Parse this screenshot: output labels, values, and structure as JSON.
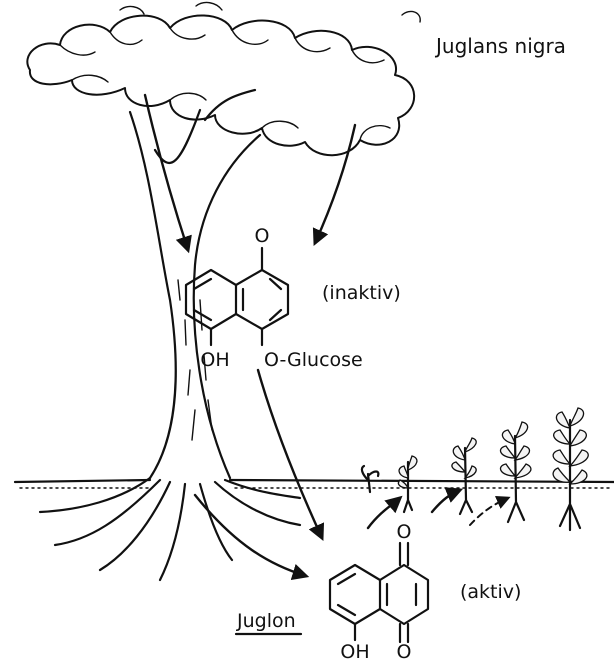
{
  "labels": {
    "species": "Juglans nigra",
    "inactive": "(inaktiv)",
    "active": "(aktiv)",
    "compound": "Juglon",
    "precursor_oh": "OH",
    "precursor_glucose": "O-Glucose",
    "precursor_o": "O",
    "juglone_oh": "OH",
    "juglone_o_top": "O",
    "juglone_o_bottom": "O"
  },
  "colors": {
    "ink": "#111111",
    "background": "#ffffff"
  },
  "seedling_stages": [
    1,
    2,
    3,
    4,
    5
  ]
}
